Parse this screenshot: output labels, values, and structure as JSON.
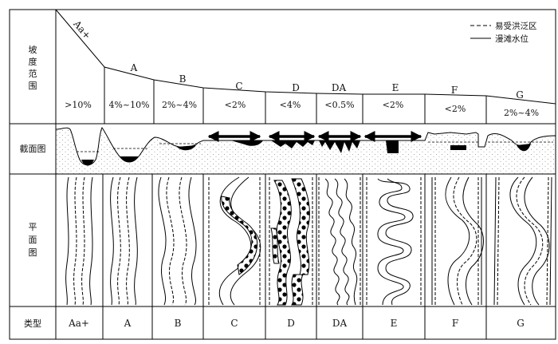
{
  "figure": {
    "row_labels": {
      "slope": "坡度范围",
      "section": "截面图",
      "plan": "平面图",
      "type": "类型"
    },
    "legend": {
      "flood": "易受洪泛区",
      "stage": "漫滩水位"
    },
    "types": [
      {
        "id": "aa",
        "top_label": "Aa+",
        "slope": ">10%",
        "type": "Aa+"
      },
      {
        "id": "a",
        "top_label": "A",
        "slope": "4%~10%",
        "type": "A"
      },
      {
        "id": "b",
        "top_label": "B",
        "slope": "2%~4%",
        "type": "B"
      },
      {
        "id": "c",
        "top_label": "C",
        "slope": "<2%",
        "type": "C"
      },
      {
        "id": "d",
        "top_label": "D",
        "slope": "<4%",
        "type": "D"
      },
      {
        "id": "da",
        "top_label": "DA",
        "slope": "<0.5%",
        "type": "DA"
      },
      {
        "id": "e",
        "top_label": "E",
        "slope": "<2%",
        "type": "E"
      },
      {
        "id": "f",
        "top_label": "F",
        "slope": "<2%",
        "type": "F"
      },
      {
        "id": "g",
        "top_label": "G",
        "slope": "2%~4%",
        "type": "G"
      }
    ]
  }
}
